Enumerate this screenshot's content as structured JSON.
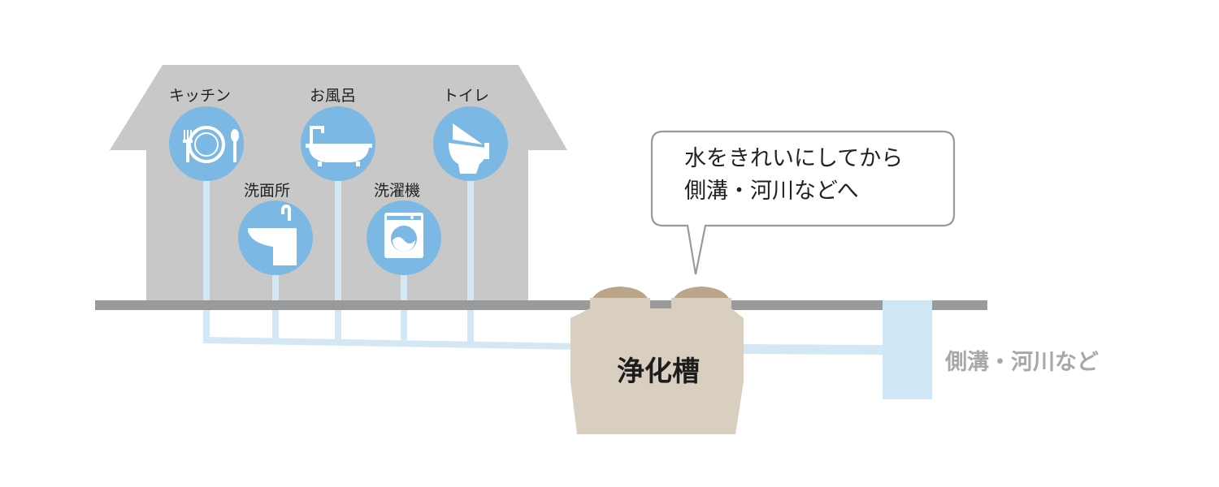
{
  "fixtures": {
    "kitchen": "キッチン",
    "bath": "お風呂",
    "toilet": "トイレ",
    "sink": "洗面所",
    "washer": "洗濯機"
  },
  "bubble": {
    "line1": "水をきれいにしてから",
    "line2": "側溝・河川などへ"
  },
  "tank": {
    "label": "浄化槽"
  },
  "outlet": {
    "label": "側溝・河川など"
  },
  "colors": {
    "house": "#c8c8c8",
    "ground": "#9a9a9a",
    "pipe": "#d3e8f4",
    "fixture_circle": "#7bb8e4",
    "tank": "#d9cfc1",
    "tank_lid": "#b8a58a",
    "outlet": "#cfe6f4"
  },
  "icons": [
    "plate-icon",
    "bathtub-icon",
    "toilet-icon",
    "sink-icon",
    "washing-machine-icon"
  ]
}
